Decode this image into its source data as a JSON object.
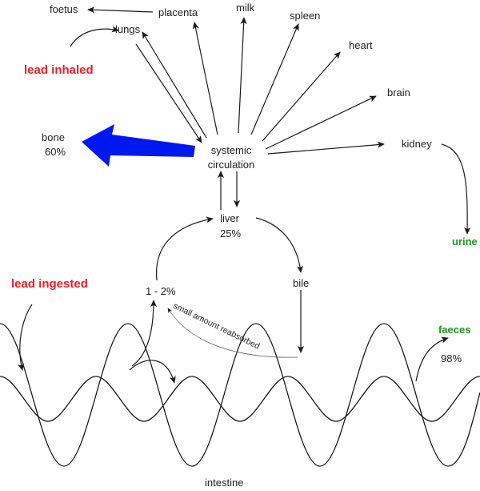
{
  "labels": {
    "foetus": "foetus",
    "placenta": "placenta",
    "milk": "milk",
    "spleen": "spleen",
    "heart": "heart",
    "lungs": "lungs",
    "brain": "brain",
    "lead_inhaled": "lead inhaled",
    "bone": "bone",
    "bone_pct": "60%",
    "systemic_1": "systemic",
    "systemic_2": "circulation",
    "kidney": "kidney",
    "urine": "urine",
    "liver": "liver",
    "liver_pct": "25%",
    "lead_ingested": "lead ingested",
    "reabsorb_pct": "1 - 2%",
    "bile": "bile",
    "small_amount": "small amount reabsorbed",
    "faeces": "faeces",
    "faeces_pct": "98%",
    "intestine": "intestine"
  },
  "colors": {
    "red": "#ee1c25",
    "green": "#1a9a1a",
    "blue": "#0018f0",
    "ink": "#1a1a1a"
  }
}
